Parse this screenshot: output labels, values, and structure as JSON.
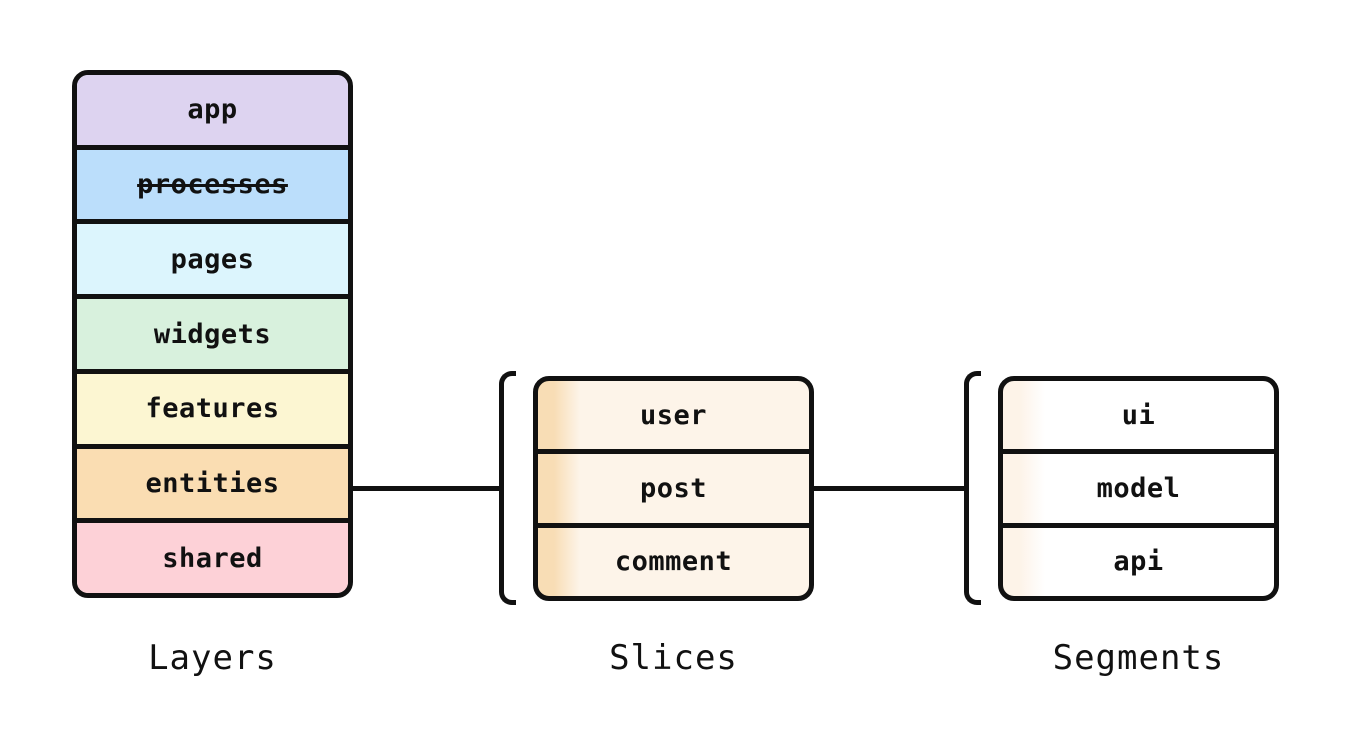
{
  "diagram": {
    "title": "feature-sliced-design-architecture",
    "line_color": "#111111",
    "columns": {
      "layers": {
        "caption": "Layers",
        "items": [
          {
            "label": "app",
            "color": "#DDD3F0",
            "strikethrough": false
          },
          {
            "label": "processes",
            "color": "#BBDEFB",
            "strikethrough": true
          },
          {
            "label": "pages",
            "color": "#DCF5FD",
            "strikethrough": false
          },
          {
            "label": "widgets",
            "color": "#D8F1DD",
            "strikethrough": false
          },
          {
            "label": "features",
            "color": "#FCF6D2",
            "strikethrough": false
          },
          {
            "label": "entities",
            "color": "#FADDB2",
            "strikethrough": false
          },
          {
            "label": "shared",
            "color": "#FDD1D7",
            "strikethrough": false
          }
        ]
      },
      "slices": {
        "caption": "Slices",
        "accent_color": "#F8DDB5",
        "fill_color": "#FDF4E9",
        "items": [
          {
            "label": "user"
          },
          {
            "label": "post"
          },
          {
            "label": "comment"
          }
        ]
      },
      "segments": {
        "caption": "Segments",
        "accent_color": "#FDF3E8",
        "fill_color": "#FFFFFF",
        "items": [
          {
            "label": "ui"
          },
          {
            "label": "model"
          },
          {
            "label": "api"
          }
        ]
      }
    }
  }
}
